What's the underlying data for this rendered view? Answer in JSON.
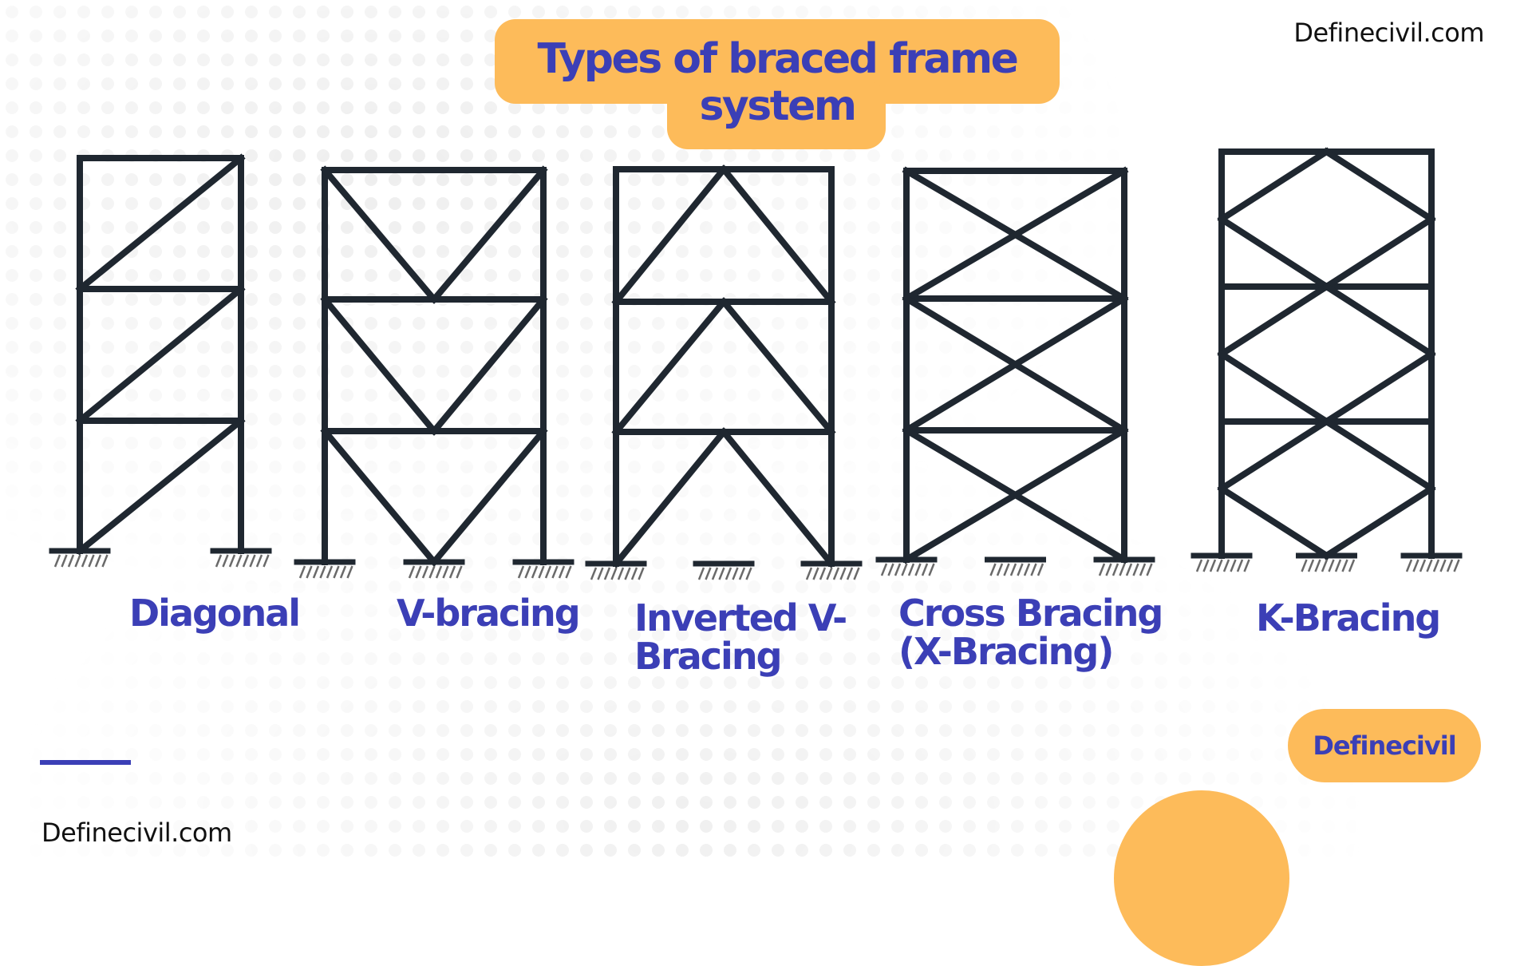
{
  "title": {
    "line1": "Types of braced frame",
    "line2": "system"
  },
  "brand": {
    "top": "Definecivil.com",
    "bottom": "Definecivil.com",
    "pill": "Definecivil"
  },
  "frames": [
    {
      "label_lines": [
        "Diagonal"
      ],
      "bracing": "diagonal",
      "stories": 3
    },
    {
      "label_lines": [
        "V-bracing"
      ],
      "bracing": "v",
      "stories": 3
    },
    {
      "label_lines": [
        "Inverted V-",
        "Bracing"
      ],
      "bracing": "inverted-v",
      "stories": 3
    },
    {
      "label_lines": [
        "Cross Bracing",
        "(X-Bracing)"
      ],
      "bracing": "cross",
      "stories": 3
    },
    {
      "label_lines": [
        "K-Bracing"
      ],
      "bracing": "k",
      "stories": 3
    }
  ],
  "colors": {
    "accent": "#fdbb5a",
    "heading": "#3b3fb6",
    "structure": "#1f2730"
  }
}
